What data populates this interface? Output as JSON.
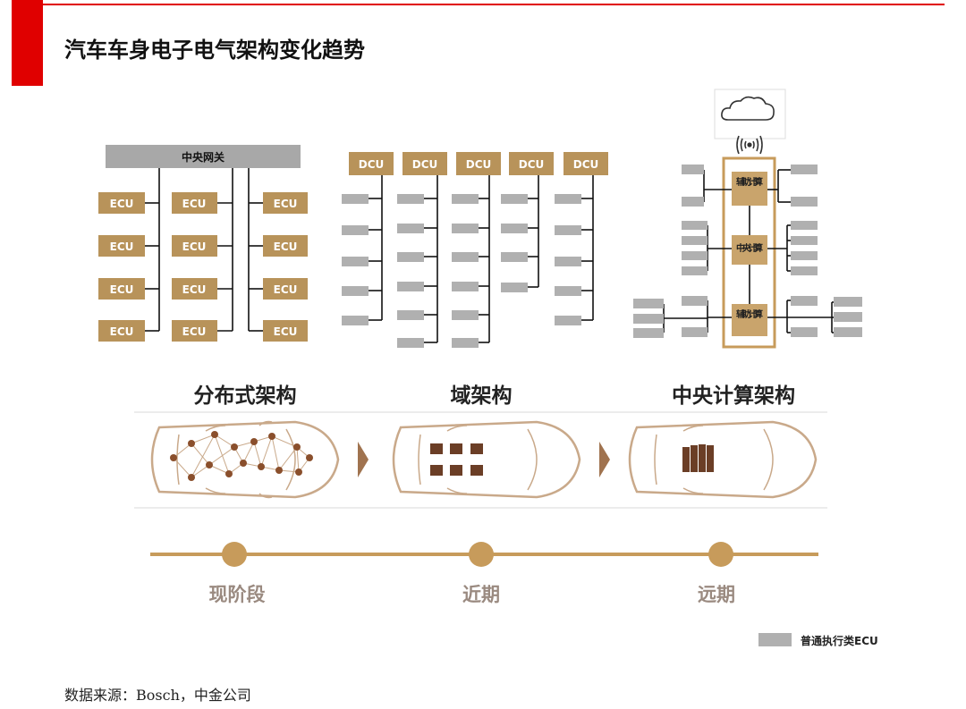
{
  "title": "汽车车身电子电气架构变化趋势",
  "colors": {
    "accent_red": "#e00000",
    "ecu_gold": "#b8935a",
    "gateway_gray": "#a8a8a8",
    "exec_ecu_gray": "#b0b0b0",
    "timeline_gold": "#c79b5b",
    "stage_text": "#9a8a80"
  },
  "arch1": {
    "gateway_label": "中央网关",
    "ecu_label": "ECU"
  },
  "arch2": {
    "dcu_label": "DCU"
  },
  "arch3": {
    "aux_compute_label": "辅助计算",
    "central_compute_label": "中央计算",
    "icons": [
      "cloud-icon",
      "wireless-signal-icon"
    ]
  },
  "architectures": [
    "分布式架构",
    "域架构",
    "中央计算架构"
  ],
  "timeline": [
    "现阶段",
    "近期",
    "远期"
  ],
  "legend": {
    "label": "普通执行类ECU"
  },
  "source": "数据来源：Bosch，中金公司"
}
